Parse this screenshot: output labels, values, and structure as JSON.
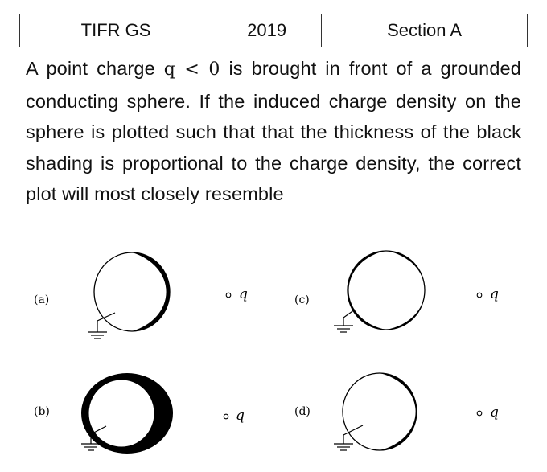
{
  "header": {
    "cells": [
      "TIFR GS",
      "2019",
      "Section A"
    ]
  },
  "question": {
    "text_before": "A point charge ",
    "math": "q < 0",
    "text_after": " is brought in front of a grounded conducting sphere. If the induced charge density on the sphere is plotted such that that the thickness of the black shading is proportional to the charge density, the correct plot will most closely resemble"
  },
  "figure": {
    "options": [
      {
        "label": "(a)",
        "charge": "q"
      },
      {
        "label": "(b)",
        "charge": "q"
      },
      {
        "label": "(c)",
        "charge": "q"
      },
      {
        "label": "(d)",
        "charge": "q"
      }
    ]
  }
}
